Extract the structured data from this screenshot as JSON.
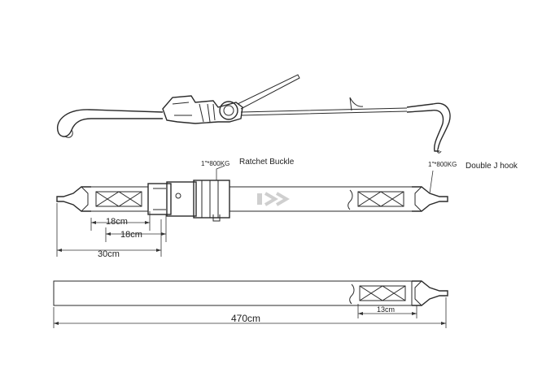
{
  "callouts": {
    "ratchet_rating": "1\"*800KG",
    "ratchet_name": "Ratchet Buckle",
    "hook_rating": "1\"*800KG",
    "hook_name": "Double J hook"
  },
  "dimensions": {
    "d_18cm_a": "18cm",
    "d_18cm_b": "18cm",
    "d_30cm": "30cm",
    "d_470cm": "470cm",
    "d_13cm": "13cm"
  },
  "colors": {
    "ink": "#2a2a2a",
    "background": "#ffffff",
    "watermark": "#cfcfcf"
  }
}
